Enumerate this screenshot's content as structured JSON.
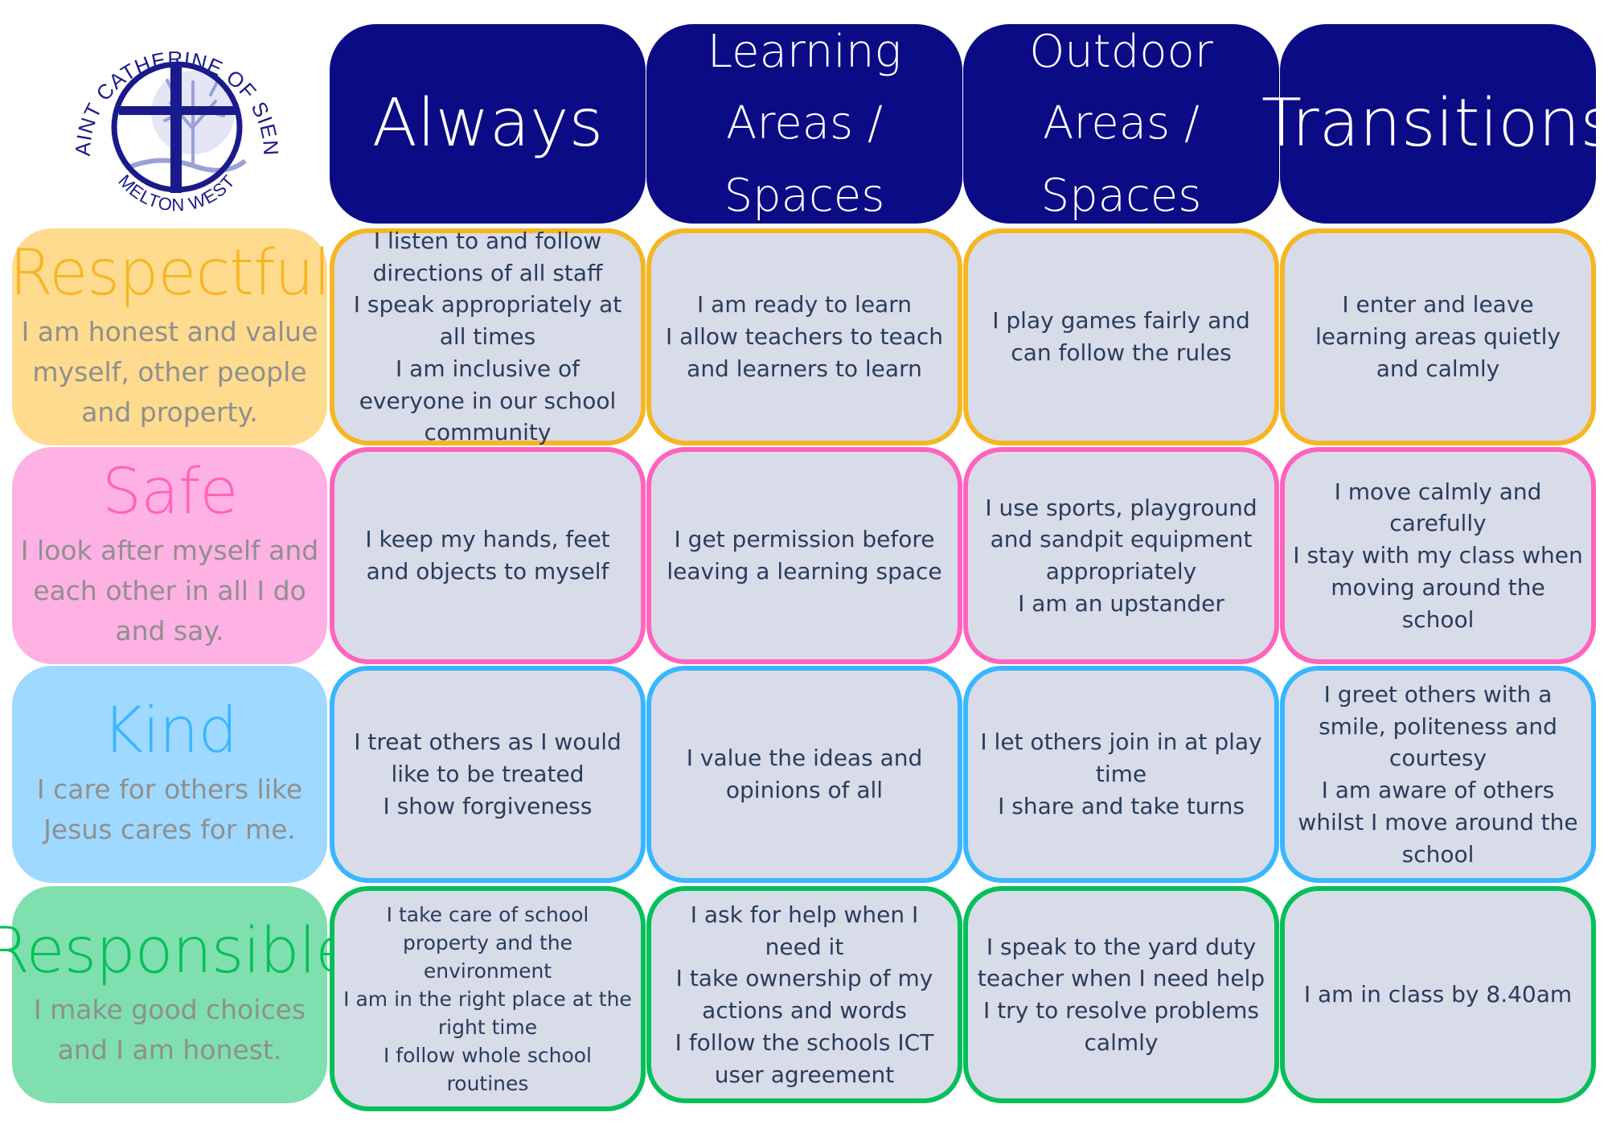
{
  "logo": {
    "top_text": "SAINT CATHERINE OF SIENA",
    "bottom_text": "MELTON WEST",
    "colors": {
      "navy": "#1a1a8c",
      "tree": "#9aa0d8"
    }
  },
  "headers": [
    "Always",
    "Learning Areas / Spaces",
    "Outdoor Areas / Spaces",
    "Transitions"
  ],
  "colors": {
    "header_bg": "#0b0b85",
    "cell_bg": "#d8dce8",
    "respectful": {
      "accent": "#f5b623",
      "bg": "#fedb8e"
    },
    "safe": {
      "accent": "#ff63bd",
      "bg": "#feb1e3"
    },
    "kind": {
      "accent": "#38b6ff",
      "bg": "#9fd9ff"
    },
    "responsible": {
      "accent": "#05c058",
      "bg": "#80dfae"
    }
  },
  "rows": [
    {
      "title": "Respectful",
      "description": "I am honest and value myself, other people and property.",
      "cells": [
        "I listen to and follow directions of all staff\nI speak appropriately at all times\nI am inclusive of everyone in our school community",
        "I am ready to learn\nI allow teachers to teach and learners to learn",
        "I play games fairly and can follow the rules",
        "I enter and leave learning areas quietly and calmly"
      ]
    },
    {
      "title": "Safe",
      "description": "I look after myself and each other in all I do and say.",
      "cells": [
        "I keep my hands, feet and objects to myself",
        "I get permission before leaving a learning space",
        "I use sports, playground and sandpit equipment appropriately\nI am an upstander",
        "I move calmly and carefully\nI stay with my class when moving around the school"
      ]
    },
    {
      "title": "Kind",
      "description": "I care for others like Jesus cares for me.",
      "cells": [
        "I treat others as I would like to be treated\nI show forgiveness",
        "I value the ideas and opinions of all",
        "I let others join in at play time\nI share and take turns",
        "I greet others with a smile, politeness and courtesy\nI am aware of others whilst I move around the school"
      ]
    },
    {
      "title": "Responsible",
      "description": "I make good choices and I am honest.",
      "cells": [
        "I take care of school property and the environment\nI am in the right place at the right time\nI follow whole school routines",
        "I ask for help when I need it\nI take ownership of my actions and words\nI follow the schools ICT user agreement",
        "I speak to the yard duty teacher when I need help\nI try to resolve problems calmly",
        "I am in class by 8.40am"
      ]
    }
  ]
}
